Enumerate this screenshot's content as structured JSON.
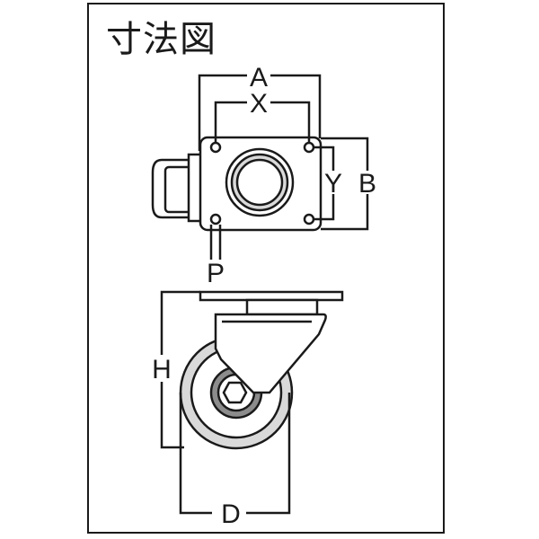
{
  "title": "寸法図",
  "labels": {
    "A": "A",
    "X": "X",
    "Y": "Y",
    "B": "B",
    "P": "P",
    "H": "H",
    "D": "D"
  },
  "colors": {
    "line": "#1a1a1a",
    "fill": "#ffffff",
    "shade": "#d9d9d9",
    "dark": "#8c8c8c"
  }
}
